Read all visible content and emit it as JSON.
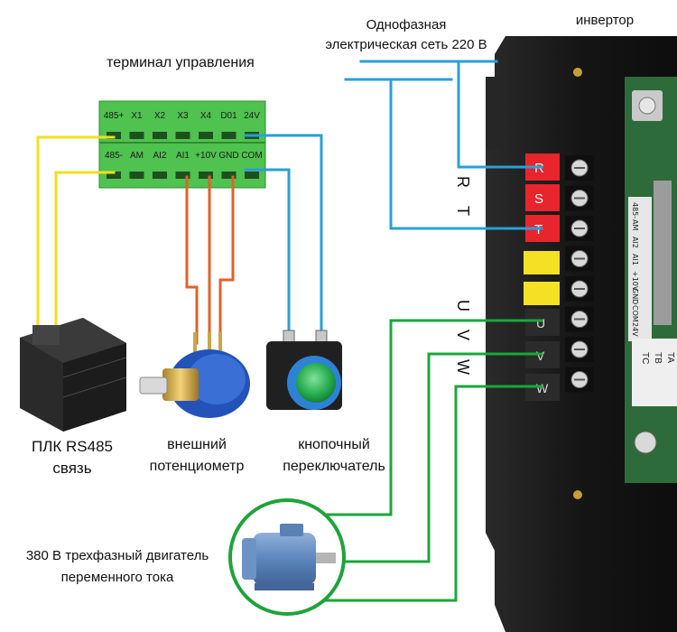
{
  "labels": {
    "grid": [
      "Однофазная",
      "электрическая сеть 220 В"
    ],
    "inverter": "инвертор",
    "terminal": "терминал управления",
    "plc": [
      "ПЛК RS485",
      "связь"
    ],
    "pot": [
      "внешний",
      "потенциометр"
    ],
    "button": [
      "кнопочный",
      "переключатель"
    ],
    "motor": [
      "380 В трехфазный двигатель",
      "переменного тока"
    ],
    "rt": [
      "R",
      "T"
    ],
    "uvw": [
      "U",
      "V",
      "W"
    ]
  },
  "terminal": {
    "top_row": [
      "485+",
      "X1",
      "X2",
      "X3",
      "X4",
      "D01",
      "24V"
    ],
    "bottom_row": [
      "485-",
      "AM",
      "AI2",
      "AI1",
      "+10V",
      "GND",
      "COM"
    ]
  },
  "inverter": {
    "power_terminals": [
      "R",
      "S",
      "T"
    ],
    "output_terminals": [
      "U",
      "V",
      "W"
    ],
    "board_terminals": [
      "485-",
      "AM",
      "AI2",
      "AI1",
      "+10V",
      "GND",
      "COM",
      "24V"
    ],
    "relay_terminals": [
      "TC",
      "TB",
      "TA"
    ]
  },
  "colors": {
    "terminal_green": "#4fc24f",
    "wire_blue": "#2a9fd8",
    "wire_yellow": "#f1df1f",
    "wire_orange": "#e2612a",
    "wire_green": "#18a83a",
    "inverter_body": "#1c1c1c",
    "power_red": "#e8242c",
    "motor_circle": "#1fa33a"
  }
}
